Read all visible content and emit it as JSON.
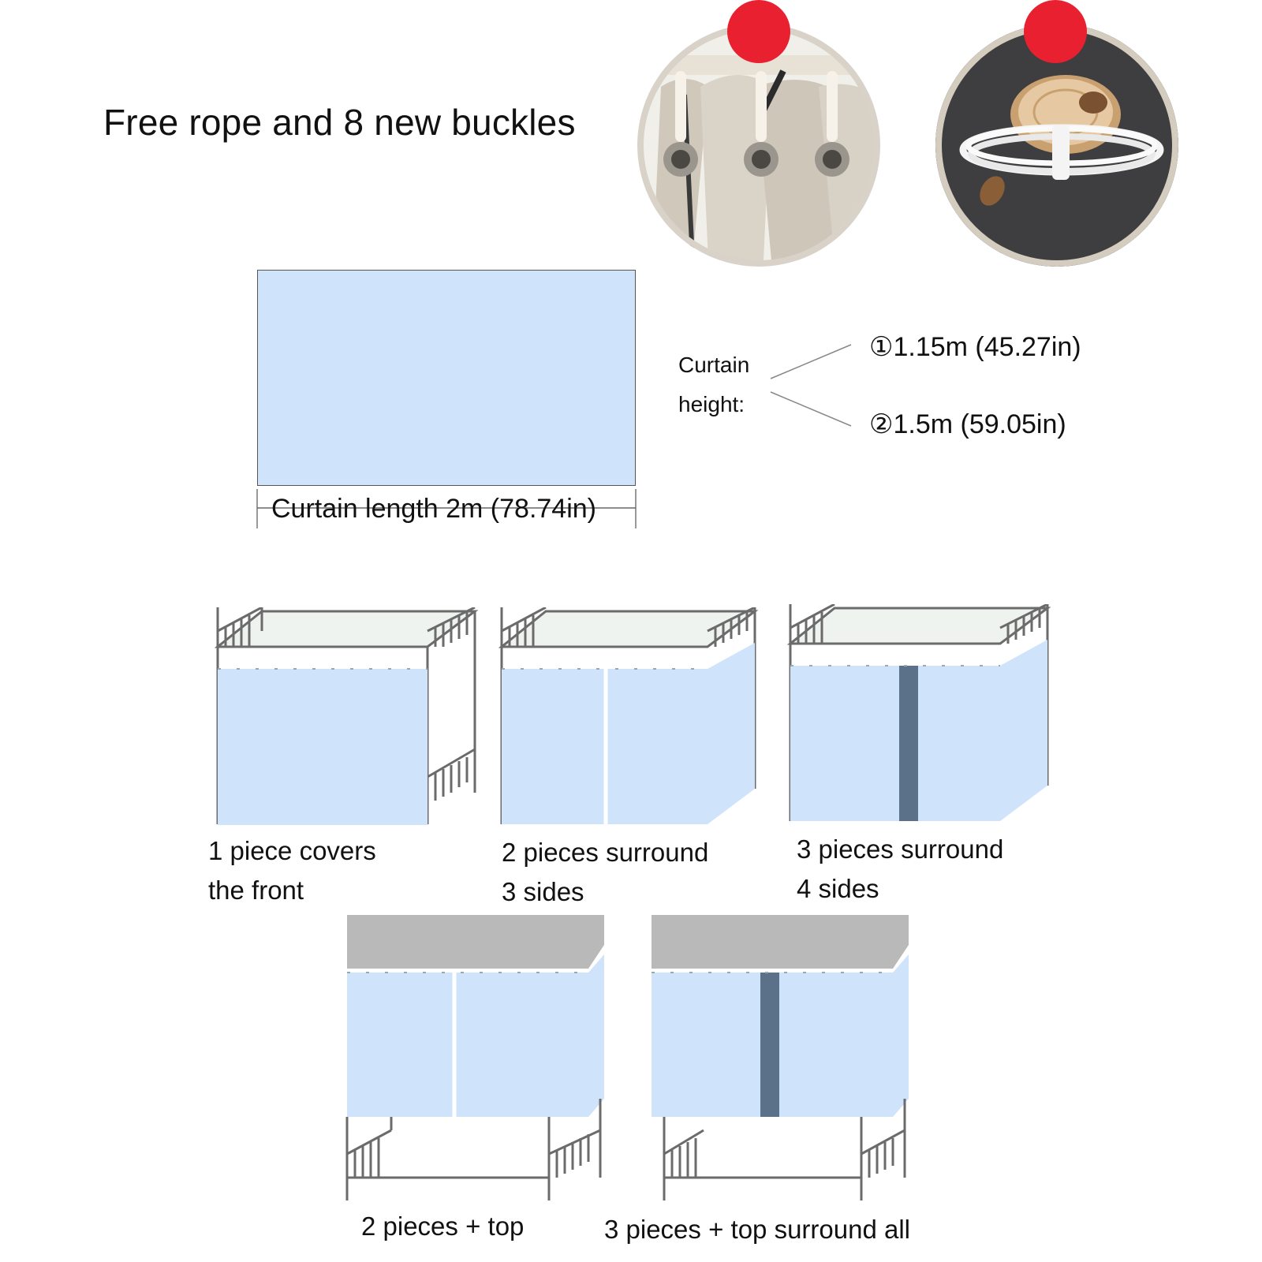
{
  "headline": "Free rope and 8 new buckles",
  "photos": [
    {
      "icon": "curtain-grommet-photo-icon"
    },
    {
      "icon": "rope-coil-photo-icon"
    }
  ],
  "curtain_size": {
    "length_label": "Curtain length 2m (78.74in)",
    "height_label_line1": "Curtain",
    "height_label_line2": "height:",
    "height_options": [
      "①1.15m (45.27in)",
      "②1.5m (59.05in)"
    ]
  },
  "configurations": [
    {
      "line1": "1 piece covers",
      "line2": "the front"
    },
    {
      "line1": "2 pieces surround",
      "line2": "3 sides"
    },
    {
      "line1": "3 pieces surround",
      "line2": "4 sides"
    },
    {
      "line1": "2 pieces + top",
      "line2": ""
    },
    {
      "line1": "3 pieces + top surround all",
      "line2": ""
    }
  ],
  "colors": {
    "curtain": "#cfe3fa",
    "accent_dot": "#e8202f",
    "frame": "#6b6b6b",
    "seam": "#5a7189",
    "mattress": "#b9b9b9"
  }
}
